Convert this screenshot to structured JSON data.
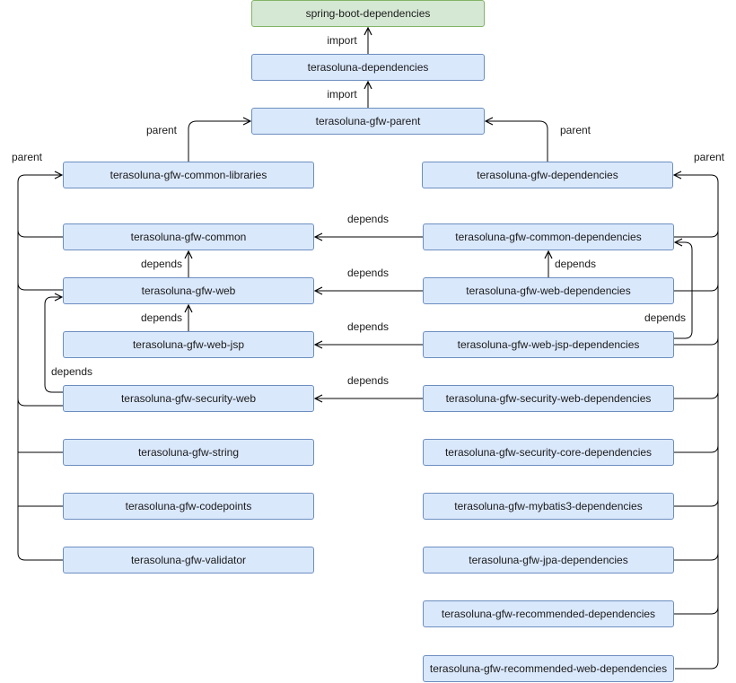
{
  "diagram": {
    "colors": {
      "blue_fill": "#dae8fc",
      "blue_stroke": "#6c8ebf",
      "green_fill": "#d5e8d4",
      "green_stroke": "#82b366",
      "edge": "#000000"
    },
    "nodes": {
      "spring_boot_dependencies": "spring-boot-dependencies",
      "terasoluna_dependencies": "terasoluna-dependencies",
      "gfw_parent": "terasoluna-gfw-parent",
      "common_libraries": "terasoluna-gfw-common-libraries",
      "gfw_dependencies": "terasoluna-gfw-dependencies",
      "gfw_common": "terasoluna-gfw-common",
      "gfw_web": "terasoluna-gfw-web",
      "gfw_web_jsp": "terasoluna-gfw-web-jsp",
      "gfw_security_web": "terasoluna-gfw-security-web",
      "gfw_string": "terasoluna-gfw-string",
      "gfw_codepoints": "terasoluna-gfw-codepoints",
      "gfw_validator": "terasoluna-gfw-validator",
      "common_dependencies": "terasoluna-gfw-common-dependencies",
      "web_dependencies": "terasoluna-gfw-web-dependencies",
      "web_jsp_dependencies": "terasoluna-gfw-web-jsp-dependencies",
      "security_web_dependencies": "terasoluna-gfw-security-web-dependencies",
      "security_core_dependencies": "terasoluna-gfw-security-core-dependencies",
      "mybatis3_dependencies": "terasoluna-gfw-mybatis3-dependencies",
      "jpa_dependencies": "terasoluna-gfw-jpa-dependencies",
      "recommended_dependencies": "terasoluna-gfw-recommended-dependencies",
      "recommended_web_dependencies": "terasoluna-gfw-recommended-web-dependencies"
    },
    "edge_labels": {
      "import_1": "import",
      "import_2": "import",
      "parent_1": "parent",
      "parent_2": "parent",
      "parent_3": "parent",
      "parent_4": "parent",
      "depends_1": "depends",
      "depends_2": "depends",
      "depends_3": "depends",
      "depends_4": "depends",
      "depends_5": "depends",
      "depends_6": "depends",
      "depends_7": "depends",
      "depends_8": "depends",
      "depends_9": "depends"
    }
  }
}
